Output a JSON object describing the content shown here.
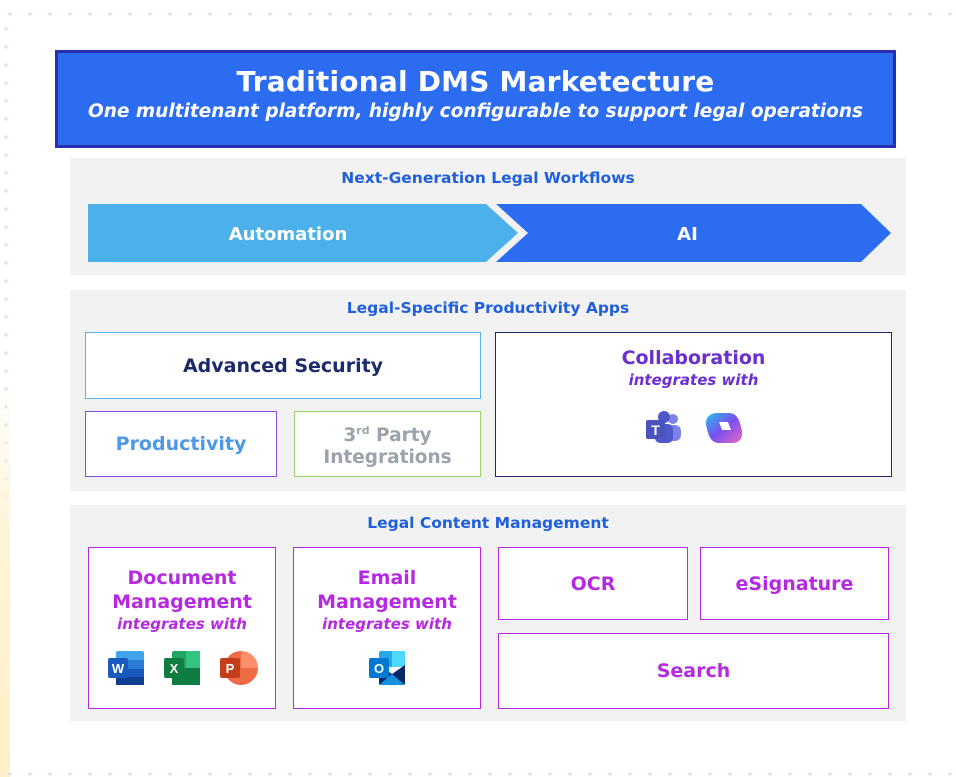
{
  "header": {
    "title": "Traditional DMS Marketecture",
    "subtitle": "One multitenant platform, highly configurable to support legal operations"
  },
  "workflows": {
    "title": "Next-Generation Legal Workflows",
    "stages": [
      {
        "label": "Automation",
        "color": "#4cb1ea"
      },
      {
        "label": "AI",
        "color": "#2b6cf0"
      }
    ]
  },
  "productivity": {
    "title": "Legal-Specific Productivity Apps",
    "advanced_security": "Advanced Security",
    "productivity": "Productivity",
    "third_party_prefix": "3",
    "third_party_sup": "rd",
    "third_party_line1_rest": " Party",
    "third_party_line2": "Integrations",
    "collaboration": "Collaboration",
    "collaboration_sub": "integrates with",
    "collaboration_icons": [
      "teams-icon",
      "copilot-icon"
    ]
  },
  "content": {
    "title": "Legal Content Management",
    "document_line1": "Document",
    "document_line2": "Management",
    "document_sub": "integrates with",
    "document_icons": [
      "word-icon",
      "excel-icon",
      "powerpoint-icon"
    ],
    "email_line1": "Email",
    "email_line2": "Management",
    "email_sub": "integrates with",
    "email_icons": [
      "outlook-icon"
    ],
    "ocr": "OCR",
    "esignature": "eSignature",
    "search": "Search"
  },
  "colors": {
    "header_bg": "#2b6cf0",
    "panel_bg": "#f2f2f2",
    "panel_title": "#1f5fdb",
    "magenta": "#b52ae0",
    "purple": "#6b2fd0",
    "navy": "#1b2a6b"
  }
}
